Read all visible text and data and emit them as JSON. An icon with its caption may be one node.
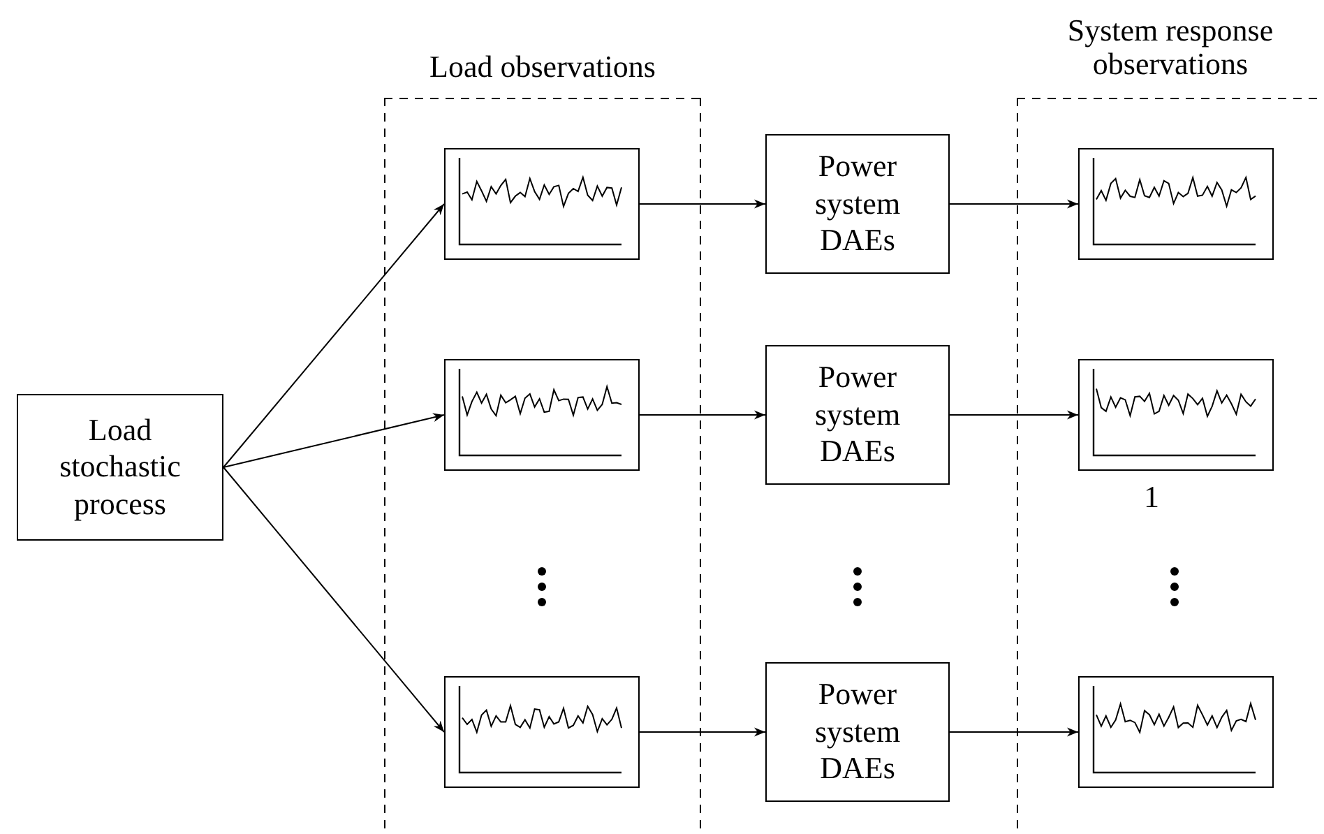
{
  "diagram": {
    "nodes": [
      {
        "text": [
          "Load stochastic process"
        ]
      },
      {
        "text": [
          "Load observations"
        ]
      },
      {
        "text": [],
        "shape": "picture",
        "in": 1
      },
      {
        "text": [],
        "shape": "picture",
        "in": 1
      },
      {
        "text": [],
        "shape": "picture",
        "in": 1
      },
      {
        "text": [
          "Power system DAEs"
        ]
      },
      {
        "text": [
          "Power system DAEs"
        ]
      },
      {
        "text": [
          "Power system DAEs"
        ]
      },
      {
        "text": [
          "System response observations"
        ]
      },
      {
        "text": [],
        "shape": "picture",
        "in": 8
      },
      {
        "text": [],
        "shape": "picture",
        "in": 8
      },
      {
        "text": [],
        "shape": "picture",
        "in": 8
      }
    ],
    "edges": [
      {
        "from": 0,
        "to": 2,
        "arrow": "to"
      },
      {
        "from": 0,
        "to": 3,
        "arrow": "to"
      },
      {
        "from": 0,
        "to": 4,
        "arrow": "to"
      },
      {
        "from": 2,
        "to": 5,
        "arrow": "to"
      },
      {
        "from": 3,
        "to": 6,
        "arrow": "to"
      },
      {
        "from": 4,
        "to": 7,
        "arrow": "to"
      },
      {
        "from": 5,
        "to": 9,
        "arrow": "to"
      },
      {
        "from": 6,
        "to": 10,
        "arrow": "to"
      },
      {
        "from": 7,
        "to": 11,
        "arrow": "to"
      }
    ],
    "labels": [
      "1"
    ]
  }
}
